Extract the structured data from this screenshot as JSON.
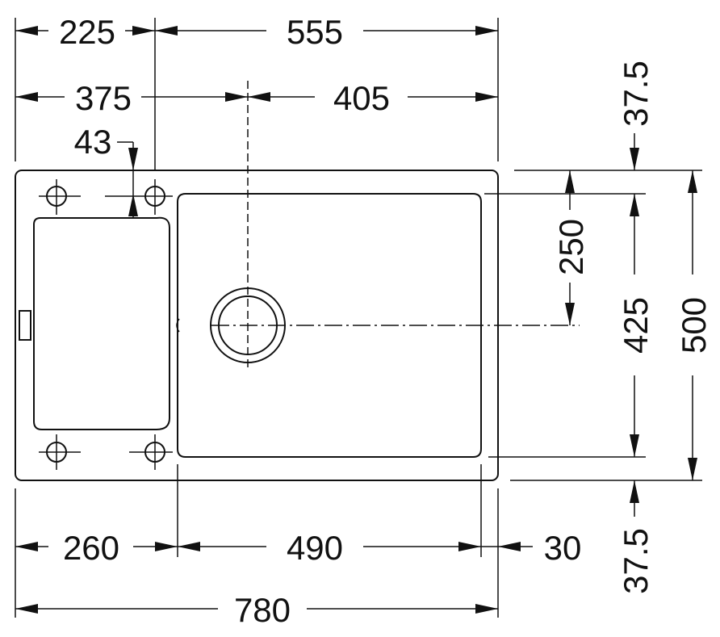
{
  "drawing": {
    "dimensions": {
      "top_left_width": "225",
      "top_right_width": "555",
      "axis_left": "375",
      "axis_right": "405",
      "hole_offset": "43",
      "bottom_left": "260",
      "bottom_bowl": "490",
      "bottom_right": "30",
      "total_width": "780",
      "top_margin": "37.5",
      "drain_depth": "250",
      "bowl_depth": "425",
      "total_depth": "500",
      "bottom_margin": "37.5"
    },
    "colors": {
      "line": "#111111",
      "background": "#ffffff"
    }
  }
}
